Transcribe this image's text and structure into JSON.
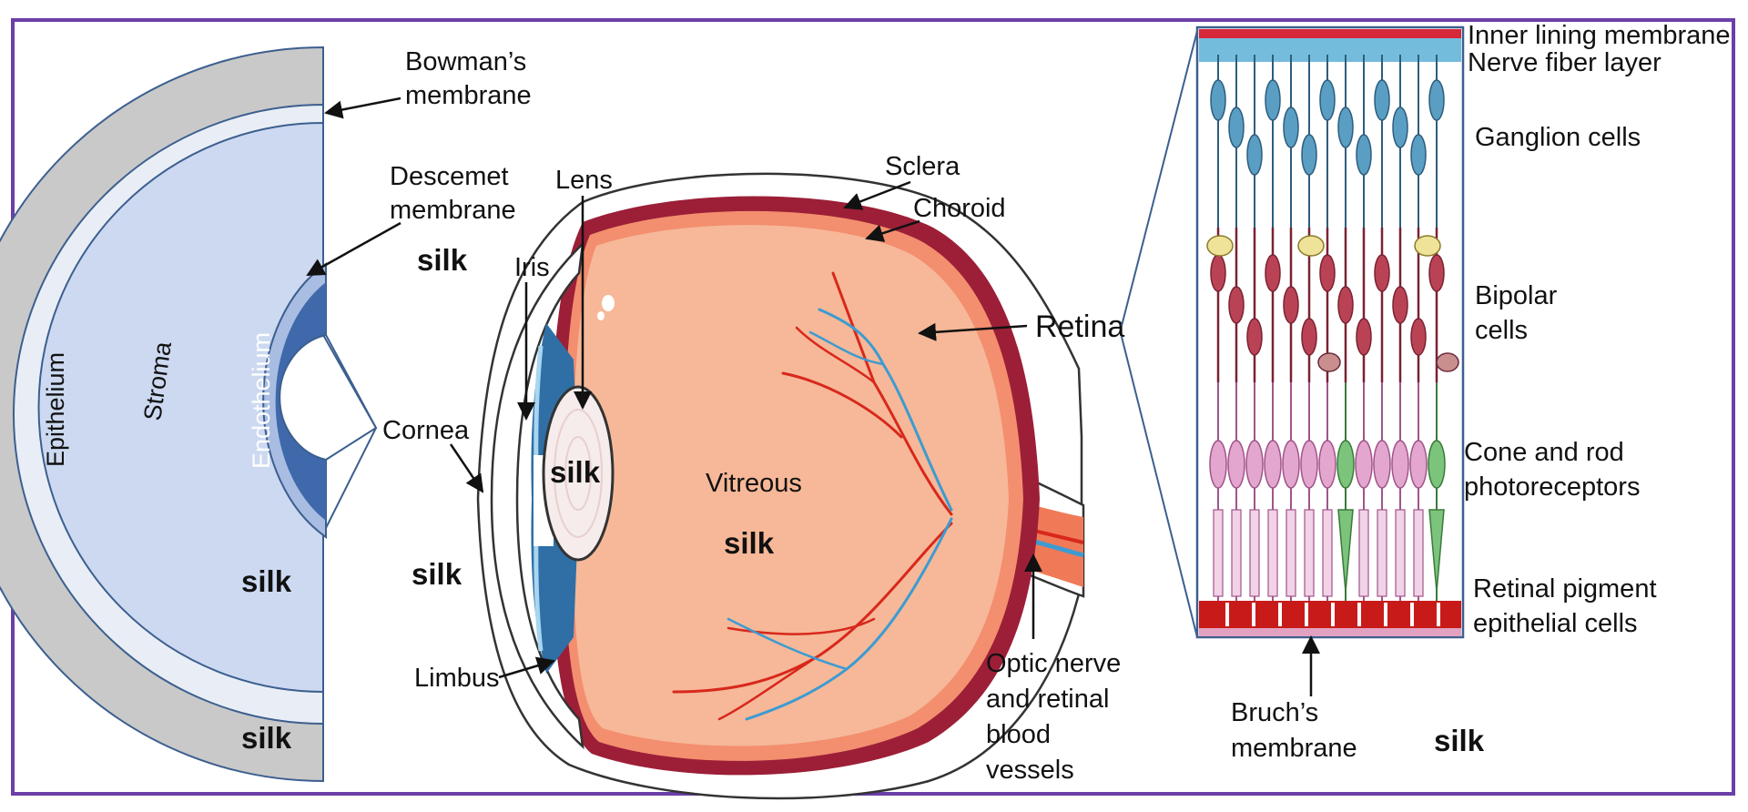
{
  "colors": {
    "border": "#6b3fa8",
    "outline": "#3c5f8f",
    "epithelium": "#c9c9c9",
    "stroma": "#ccd9f1",
    "endothelium": "#3f69aa",
    "sclera": "#ffffff",
    "choroid": "#9c1f37",
    "vitreous": "#f6b898",
    "lens": "#f6ecec",
    "iris": "#2f6fa6",
    "vessel_red": "#d8281c",
    "vessel_blue": "#3d9bd1",
    "nerve_fiber": "#74bcdc",
    "inner_lining": "#d7283a",
    "pigment": "#c91a1a",
    "bruch": "#e2a1c0",
    "ganglion": "#5a9ec3",
    "bipolar": "#b94355",
    "amacrine": "#efe39a",
    "rod": "#e3a6cf",
    "cone": "#7cc47c"
  },
  "cornea_section": {
    "epithelium": "Epithelium",
    "stroma": "Stroma",
    "endothelium": "Endothelium",
    "bowman_line1": "Bowman’s",
    "bowman_line2": "membrane",
    "descemet_line1": "Descemet",
    "descemet_line2": "membrane",
    "silk_descemet": "silk",
    "silk_stroma": "silk",
    "silk_epithelium": "silk"
  },
  "eye": {
    "lens": "Lens",
    "iris": "Iris",
    "cornea": "Cornea",
    "limbus": "Limbus",
    "sclera": "Sclera",
    "choroid": "Choroid",
    "retina": "Retina",
    "vitreous": "Vitreous",
    "silk_lens": "silk",
    "silk_vitreous": "silk",
    "silk_cornea": "silk",
    "optic_line1": "Optic nerve",
    "optic_line2": "and retinal",
    "optic_line3": "blood",
    "optic_line4": "vessels"
  },
  "retina_section": {
    "inner_lining": "Inner lining membrane",
    "nerve_fiber": "Nerve fiber layer",
    "ganglion": "Ganglion cells",
    "bipolar_line1": "Bipolar",
    "bipolar_line2": "cells",
    "photo_line1": "Cone and rod",
    "photo_line2": "photoreceptors",
    "rpe_line1": "Retinal pigment",
    "rpe_line2": "epithelial cells",
    "bruch_line1": "Bruch’s",
    "bruch_line2": "membrane",
    "silk": "silk"
  }
}
